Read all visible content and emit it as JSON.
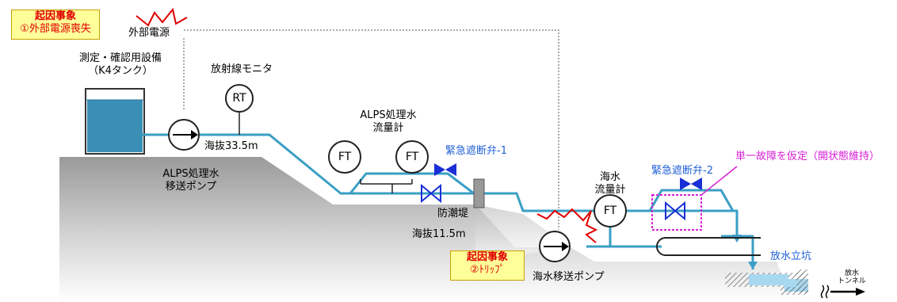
{
  "events": [
    {
      "title": "起因事象",
      "desc": "①外部電源喪失"
    },
    {
      "title": "起因事象",
      "desc": "②ﾄﾘｯﾌﾟ"
    }
  ],
  "labels": {
    "external_power": "外部電源",
    "measure_tank_line1": "測定・確認用設備",
    "measure_tank_line2": "（K4タンク）",
    "radiation_monitor": "放射線モニタ",
    "alps_flowmeter_line1": "ALPS処理水",
    "alps_flowmeter_line2": "流量計",
    "emergency_valve_1": "緊急遮断弁-1",
    "alps_pump_line1": "ALPS処理水",
    "alps_pump_line2": "移送ポンプ",
    "elevation_high": "海抜33.5m",
    "seawall": "防潮堤",
    "elevation_low": "海抜11.5m",
    "seawater_flowmeter_line1": "海水",
    "seawater_flowmeter_line2": "流量計",
    "emergency_valve_2": "緊急遮断弁-2",
    "single_failure": "単一故障を仮定（開状態維持）",
    "discharge_shaft": "放水立坑",
    "seawater_pump": "海水移送ポンプ",
    "discharge_tunnel_line1": "放水",
    "discharge_tunnel_line2": "トンネル",
    "rt_symbol": "RT",
    "ft_symbol": "FT"
  },
  "colors": {
    "pipe": "#3a9fc4",
    "valve": "#1a2fd6",
    "water": "#3a8fb7",
    "highlight_red": "#e00000",
    "highlight_magenta": "#d81fd8",
    "event_bg": "#ffff99"
  }
}
